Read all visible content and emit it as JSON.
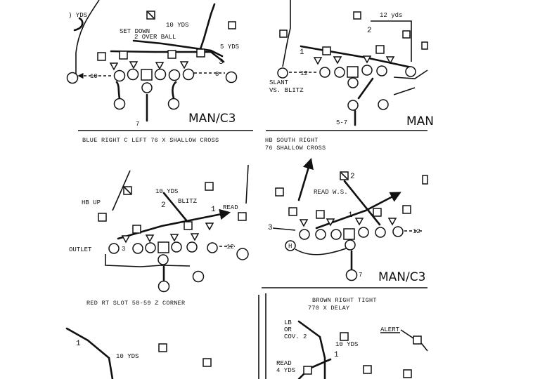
{
  "plays": [
    {
      "caption": "BLUE RIGHT C LEFT 76 X SHALLOW CROSS",
      "labels": {
        "yds_edge": ") YDS",
        "set_down": "SET DOWN",
        "two_over": "2 OVER BALL",
        "ten_yds": "10 YDS",
        "five_yds": "5 YDS",
        "ten": "10",
        "eight": "8",
        "three": "3",
        "seven": "7",
        "defense": "MAN/C3"
      }
    },
    {
      "caption_line1": "HB SOUTH RIGHT",
      "caption_line2": "76 SHALLOW CROSS",
      "labels": {
        "twelve_yds": "12 yds",
        "two": "2",
        "one": "1",
        "twelve": "12",
        "slant": "SLANT",
        "vs_blitz": "VS. BLITZ",
        "five_seven": "5-7",
        "defense": "MAN"
      }
    },
    {
      "caption": "RED RT SLOT 58-59 Z CORNER",
      "labels": {
        "hb_up": "HB UP",
        "ten_yds": "10 YDS",
        "two": "2",
        "blitz": "BLITZ",
        "one": "1",
        "read": "READ",
        "outlet": "OUTLET",
        "three": "3",
        "twelve": "12"
      }
    },
    {
      "caption": "",
      "labels": {
        "two": "2",
        "read_ws": "READ W.S.",
        "one": "1",
        "three": "3",
        "twelve": "12",
        "h": "H",
        "seven": "7",
        "defense": "MAN/C3"
      }
    },
    {
      "caption": "",
      "labels": {
        "one": "1",
        "ten_yds": "10 YDS"
      }
    },
    {
      "caption_line1": "BROWN RIGHT TIGHT",
      "caption_line2": "770 X DELAY",
      "labels": {
        "lb": "LB",
        "or": "OR",
        "cov2": "COV. 2",
        "alert": "ALERT",
        "ten_yds": "10 YDS",
        "one": "1",
        "read": "READ",
        "four_yds": "4 YDS"
      }
    }
  ]
}
